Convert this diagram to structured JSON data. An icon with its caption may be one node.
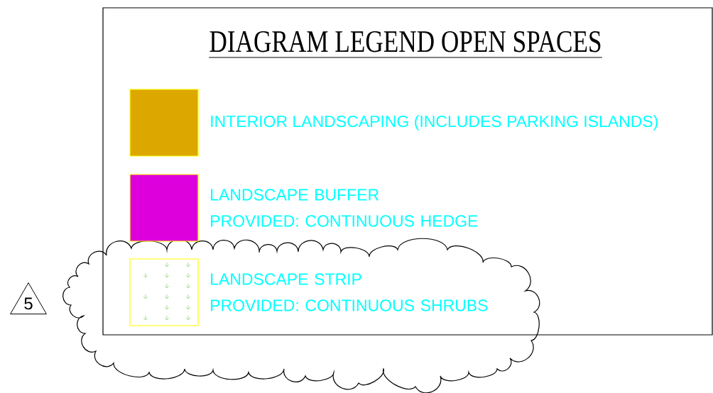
{
  "diagram": {
    "title": "DIAGRAM LEGEND OPEN SPACES",
    "nodes": [
      {
        "text": [
          "5"
        ]
      }
    ],
    "legend": [
      {
        "text": "INTERIOR LANDSCAPING (INCLUDES PARKING ISLANDS)",
        "color": "#dca800"
      },
      {
        "text": "LANDSCAPE BUFFER PROVIDED: CONTINUOUS HEDGE",
        "color": "#dd00dd"
      },
      {
        "text": "LANDSCAPE STRIP PROVIDED: CONTINUOUS SHRUBS"
      }
    ]
  }
}
